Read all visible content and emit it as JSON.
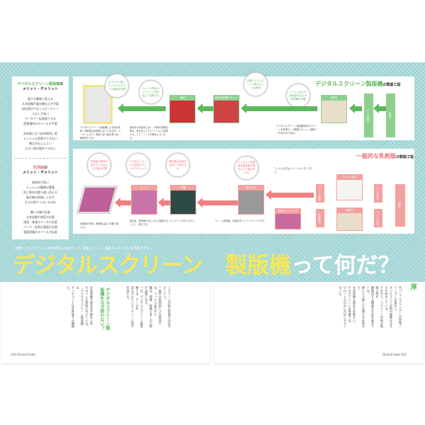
{
  "sidebar": {
    "digital": {
      "title_hl": "デジタルスクリーン製版機",
      "title_rest": "の",
      "subtitle": "メリット・デメリット",
      "merits": [
        "誰でも簡単に扱える",
        "水洗設備や露光機などが不要",
        "前処理が少なくスピーディー",
        "コストが安い",
        "データで一括管理できる",
        "設置場所のスペースが不要"
      ],
      "demerits": [
        "乳剤版に比べ耐印刷性に差",
        "メッシュの変更ができない",
        "網点が出しにくい",
        "大きい版は製作できない"
      ]
    },
    "emulsion": {
      "title_hl": "乳剤版",
      "title_rest": "の",
      "subtitle": "メリット・デメリット",
      "merits": [
        "耐刷性が高い",
        "メッシュの種類が豊富",
        "同じ版を何度も使い回せる",
        "露光機の性能によるが",
        "大きな版サイズにも対応"
      ],
      "demerits": [
        "職人の腕が必要",
        "水洗設備や暗室が必要",
        "暗室・乾燥スペースが必要",
        "インク・乳剤の管理が必要",
        "製版設備のスペースが必要"
      ]
    }
  },
  "diagram1": {
    "title_hl": "デジタルスクリーン製版機",
    "title_rest": "の製版工程",
    "bubbles": [
      "わずか2工程でデジタルスクリーン製版が完成",
      "ヘッドが専用スクリーンに熱を加えて製版する",
      "枠張りしたスクリーン版のセットは簡単",
      "フィルム出力や乳剤塗布などの前準備が不要"
    ],
    "steps": [
      "データ作成",
      "枠張り"
    ],
    "photos": [
      "製版",
      "版を製版機にセット",
      "枠張り"
    ],
    "captions": [
      "デジタルスクリーン製版機による版の完成。耐刷性は乳剤版に比べて劣るが、メーカーにより、用途に合う版を選べば、耐刷性も十分。",
      "熱転写の仕組みに近く、専用の時間は数分。熱を加えてスクリーンに穴を開けることで、インクが通るようになる。",
      "デジタルスクリーン製版機専用のスクリーンを枠張りして機械にセット。製版データはPCから送る。"
    ]
  },
  "diagram2": {
    "title_hl": "一般的な乳剤版",
    "title_rest": "の製版工程",
    "bubbles": [
      "乳剤版が完成するまでに10以上の工程が必要",
      "小さなピンホールも見逃さずしっかりチェック",
      "露光後は乳剤を水洗いで除去する",
      "フィルムと乳剤版を重ね紫外線を当てて焼き付ける"
    ],
    "steps": [
      "データ作成",
      "フィルム出力",
      "データ作成",
      "フィルム出力",
      "フレーム乾燥",
      "乳剤塗布"
    ],
    "start": "版作り",
    "photos": [
      "仕上げ",
      "現像",
      "焼き付け",
      "乳剤コーティング",
      "フィルム出力",
      "枠張り"
    ],
    "captions": [
      "乳剤版の完成。耐刷性は高く何度も使える。",
      "露光後、乳剤版を水に入れて現像する。ピンホールがないかチェックし、修正する。",
      "フィルム出力はイメージセッターで行う。",
      "フレーム乾燥後、乳剤を均一にコーティングする。"
    ]
  },
  "headline": {
    "kicker": "｜特集｜ウエアプリントの実用性も大幅アップ、看板プリント、金属マーキングにも活用できる！",
    "part1": "デジタルスクリーン",
    "part2_hl": "製版機",
    "part2_rest": "って何だ？"
  },
  "body": {
    "left_columns": [
      "スクリーン印刷の製版方法は大きく二つ。",
      "一般的な乳剤版による製版では、フィルム出力から",
      "露光、現像、乾燥と多くの工程が必要になる。",
      "一方、デジタルスクリーン製版機では、データを",
      "送るだけでスピーディーに版が完成する。"
    ],
    "left_subhead": "デジタルスクリーン製版機をなぜ使わない？",
    "left_columns2": [
      "水洗設備や暗室が不要なため、",
      "小ロットの製版に向いている。",
      "「デジタルスクリーン製版機」は",
      "オンデマンド化を推進する機器だ。"
    ],
    "right_drop": "厚",
    "right_columns": [
      "手Tシャツプリンターや昇華プリンターが普及し、",
      "オンデマンド印刷の需要はますます拡大している。",
      "その中で、スクリーン印刷の製版工程を",
      "簡略化する機器が注目を集めている。",
      "熱により版に穴を開ける仕組みで、",
      "水洗設備も暗室も必要ない。",
      "ウエアプリントの現場では、",
      "小ロットの注文に対応しやすくなった。"
    ],
    "folio_left": "033 OurosCreate",
    "folio_right": "OurosCreate 032"
  },
  "colors": {
    "teal": "#9fd4d4",
    "green": "#5cb85c",
    "pink": "#f08080",
    "yellow": "#f6e75a"
  }
}
